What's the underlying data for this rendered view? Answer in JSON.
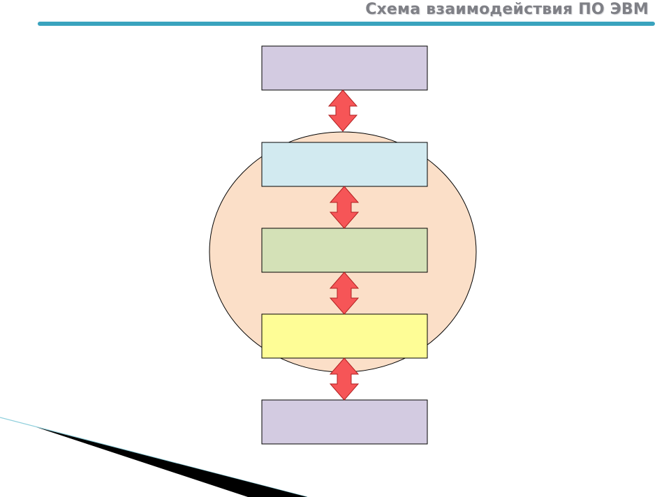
{
  "slide": {
    "title": "Схема взаимодействия ПО ЭВМ"
  },
  "colors": {
    "title_bar": "#3aa3be",
    "ellipse_fill": "#fbdfc8",
    "outline": "#000000",
    "arrow_fill": "#f65557",
    "arrow_stroke": "#b02020",
    "accent_line": "#8fcfdc",
    "wedge_fill": "#000000"
  },
  "diagram": {
    "ellipse": {
      "name": "core-ellipse"
    },
    "boxes": [
      {
        "name": "top-layer-box",
        "fill": "#d3cbe1"
      },
      {
        "name": "upper-inner-layer-box",
        "fill": "#d2eaf0"
      },
      {
        "name": "middle-inner-layer-box",
        "fill": "#d4e1b7"
      },
      {
        "name": "lower-inner-layer-box",
        "fill": "#fefd96"
      },
      {
        "name": "bottom-layer-box",
        "fill": "#d3cbe1"
      }
    ]
  }
}
